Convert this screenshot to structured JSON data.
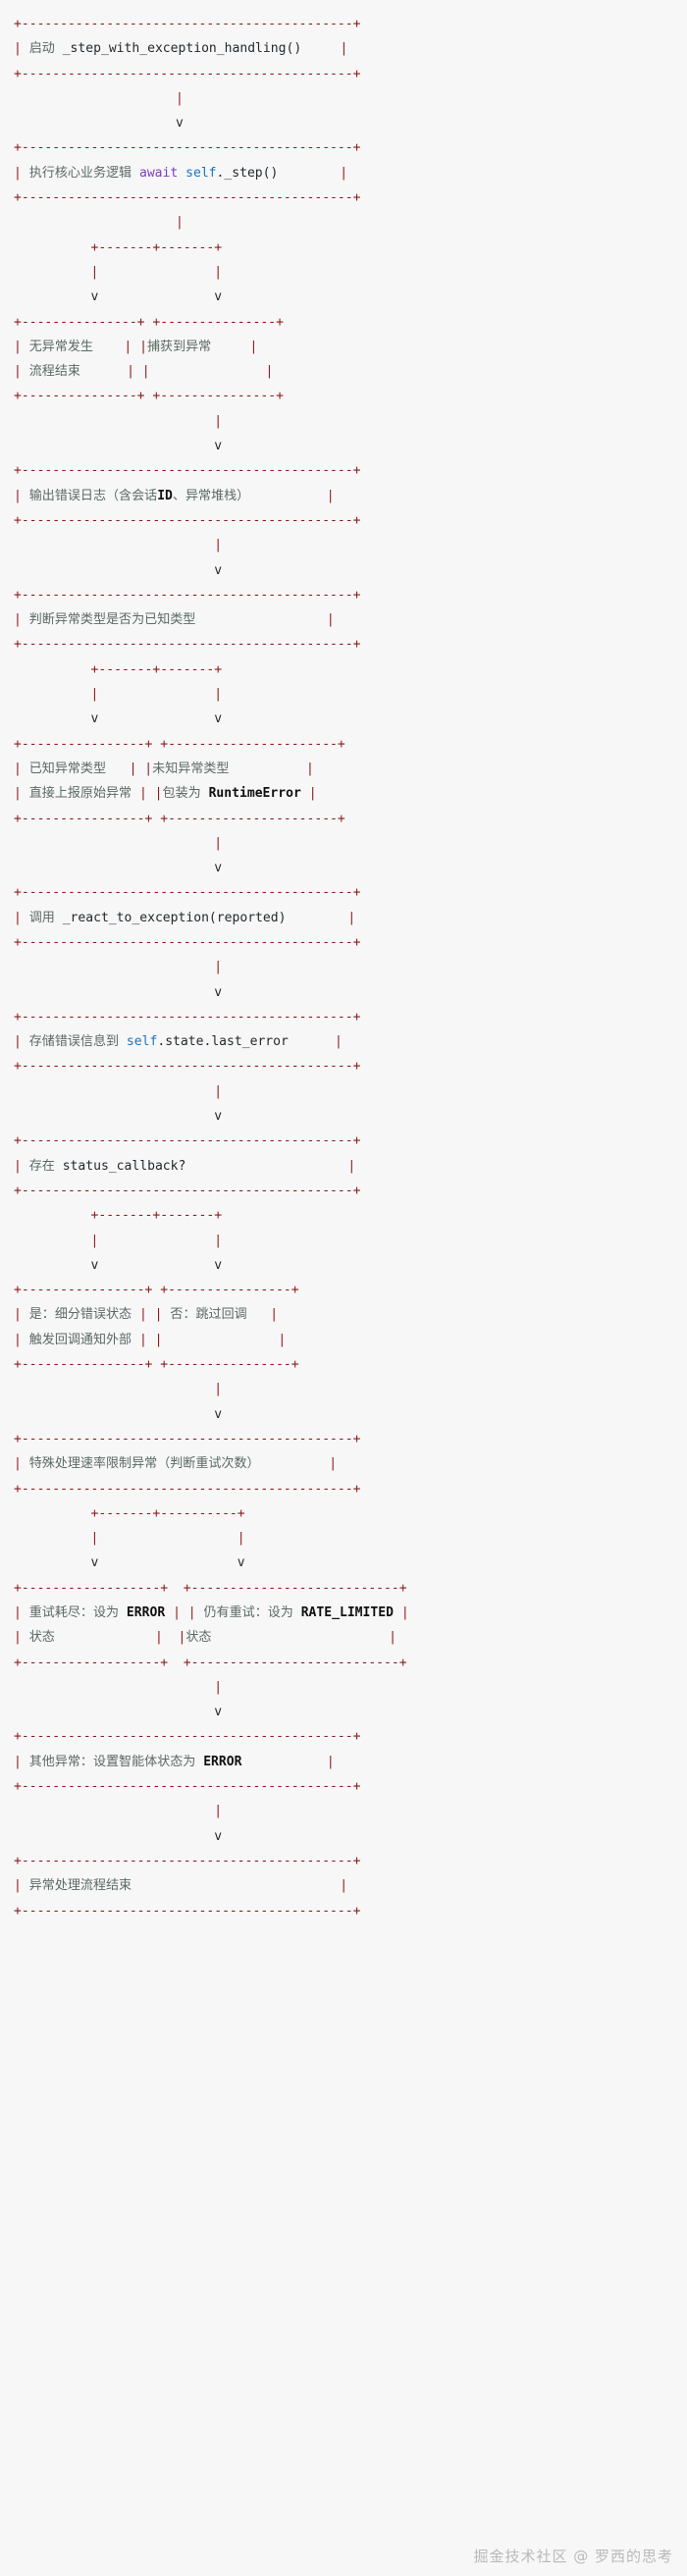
{
  "block": {
    "kind": "ascii-flowchart-code-block",
    "background_color": "#f7f7f7",
    "box_char_color": "#8b1a1a",
    "cjk_text_color": "#5a6a63",
    "keyword_color": "#7b3fc4",
    "self_color": "#1a74c4",
    "constant_color": "#111111",
    "title": "_step_with_exception_handling 异常处理流程图"
  },
  "flow": {
    "nodes": [
      {
        "id": "start",
        "label": "启动 _step_with_exception_handling()"
      },
      {
        "id": "core",
        "label": "执行核心业务逻辑 await self._step()"
      },
      {
        "id": "no-exception",
        "label": "无异常发生 / 流程结束"
      },
      {
        "id": "caught",
        "label": "捕获到异常"
      },
      {
        "id": "log",
        "label": "输出错误日志（含会话ID、异常堆栈）"
      },
      {
        "id": "judge-type",
        "label": "判断异常类型是否为已知类型"
      },
      {
        "id": "known",
        "label": "已知异常类型 / 直接上报原始异常"
      },
      {
        "id": "unknown",
        "label": "未知异常类型 / 包装为 RuntimeError"
      },
      {
        "id": "react",
        "label": "调用 _react_to_exception(reported)"
      },
      {
        "id": "store",
        "label": "存储错误信息到 self.state.last_error"
      },
      {
        "id": "has-callback",
        "label": "存在 status_callback?"
      },
      {
        "id": "yes-cb",
        "label": "是：细分错误状态 / 触发回调通知外部"
      },
      {
        "id": "no-cb",
        "label": "否：跳过回调"
      },
      {
        "id": "rate-limit",
        "label": "特殊处理速率限制异常（判断重试次数）"
      },
      {
        "id": "retry-done",
        "label": "重试耗尽：设为 ERROR 状态"
      },
      {
        "id": "retry-left",
        "label": "仍有重试：设为 RATE_LIMITED 状态"
      },
      {
        "id": "other-exc",
        "label": "其他异常：设置智能体状态为 ERROR"
      },
      {
        "id": "end",
        "label": "异常处理流程结束"
      }
    ],
    "lines": [
      "+-------------------------------------------+",
      "| 启动 _step_with_exception_handling()      |",
      "+-------------------------------------------+",
      "                     |",
      "                     v",
      "+-------------------------------------------+",
      "| 执行核心业务逻辑 await self._step()        |",
      "+-------------------------------------------+",
      "                     |",
      "          +-------+-------+",
      "          |               |",
      "          v               v",
      "+---------------+ +---------------+",
      "| 无异常发生    | |捕获到异常     |",
      "| 流程结束      | |               |",
      "+---------------+ +---------------+",
      "                          |",
      "                          v",
      "+-------------------------------------------+",
      "| 输出错误日志（含会话ID、异常堆栈）          |",
      "+-------------------------------------------+",
      "                          |",
      "                          v",
      "+-------------------------------------------+",
      "| 判断异常类型是否为已知类型                 |",
      "+-------------------------------------------+",
      "          +-------+-------+",
      "          |               |",
      "          v               v",
      "+----------------+ +----------------------+",
      "| 已知异常类型   | |未知异常类型          |",
      "| 直接上报原始异常 | |包装为 RuntimeError  |",
      "+----------------+ +----------------------+",
      "                          |",
      "                          v",
      "+-------------------------------------------+",
      "| 调用 _react_to_exception(reported)        |",
      "+-------------------------------------------+",
      "                          |",
      "                          v",
      "+-------------------------------------------+",
      "| 存储错误信息到 self.state.last_error      |",
      "+-------------------------------------------+",
      "                          |",
      "                          v",
      "+-------------------------------------------+",
      "| 存在 status_callback?                     |",
      "+-------------------------------------------+",
      "          +-------+-------+",
      "          |               |",
      "          v               v",
      "+----------------+ +----------------+",
      "| 是：细分错误状态 | | 否：跳过回调  |",
      "| 触发回调通知外部 | |               |",
      "+----------------+ +----------------+",
      "                          |",
      "                          v",
      "+-------------------------------------------+",
      "| 特殊处理速率限制异常（判断重试次数）        |",
      "+-------------------------------------------+",
      "          +-------+----------+",
      "          |                  |",
      "          v                  v",
      "+------------------+  +---------------------------+",
      "| 重试耗尽：设为 ERROR |  | 仍有重试：设为 RATE_LIMITED |",
      "| 状态             |  |状态                       |",
      "+------------------+  +---------------------------+",
      "                          |",
      "                          v",
      "+-------------------------------------------+",
      "| 其他异常：设置智能体状态为 ERROR           |",
      "+-------------------------------------------+",
      "                          |",
      "                          v",
      "+-------------------------------------------+",
      "| 异常处理流程结束                           |",
      "+-------------------------------------------+"
    ]
  },
  "watermark": {
    "text": "掘金技术社区 @ 罗西的思考"
  }
}
